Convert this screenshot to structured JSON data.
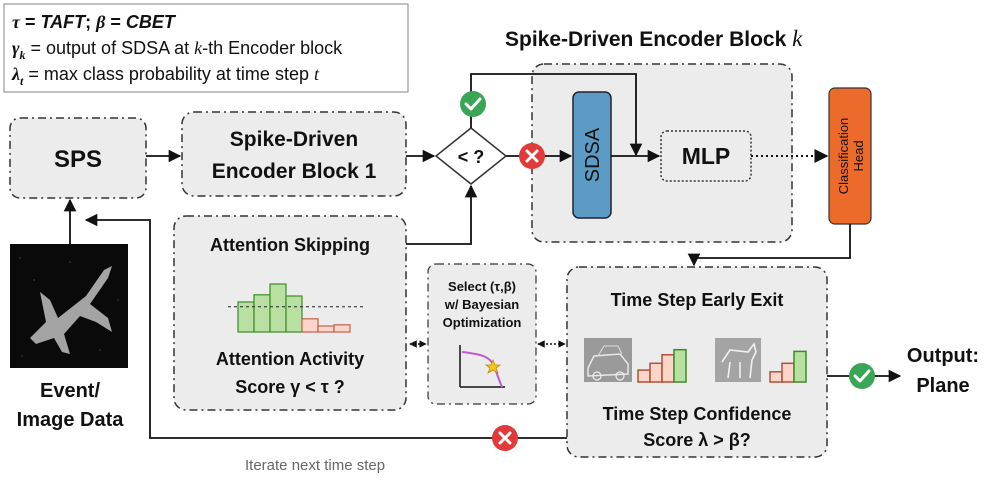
{
  "legend": {
    "line1": {
      "tau": "τ",
      "eq1": " = ",
      "taft": "TAFT",
      "sep": "; ",
      "beta": "β",
      "eq2": " = ",
      "cbet": "CBET"
    },
    "line2": {
      "gamma": "γ",
      "sub": "k",
      "text": " = output of SDSA at ",
      "k": "k",
      "rest": "-th Encoder block"
    },
    "line3": {
      "lambda": "λ",
      "sub": "t",
      "text": " = max class probability at time step ",
      "t": "t"
    }
  },
  "title": {
    "main": "Spike-Driven Encoder Block ",
    "k": "k"
  },
  "sps": "SPS",
  "encoder1": {
    "line1": "Spike-Driven",
    "line2": "Encoder Block 1"
  },
  "decision": "< ?",
  "sdsa": "SDSA",
  "mlp": "MLP",
  "classification_head": {
    "line1": "Classification",
    "line2": "Head"
  },
  "attention_skipping": {
    "title": "Attention Skipping",
    "line1": "Attention Activity",
    "line2": "Score γ < τ ?",
    "bars": [
      0.5,
      0.62,
      0.8,
      0.6,
      0.22,
      0.1,
      0.12
    ],
    "threshold": 0.42
  },
  "bayesian": {
    "line1": "Select (τ,β)",
    "line2": "w/ Bayesian",
    "line3": "Optimization"
  },
  "early_exit": {
    "title": "Time Step Early Exit",
    "line1": "Time Step Confidence",
    "line2": "Score λ > β?",
    "bars_a": [
      0.35,
      0.55,
      0.8,
      0.95
    ],
    "bars_b": [
      0.3,
      0.55,
      0.9
    ]
  },
  "input_label": {
    "line1": "Event/",
    "line2": "Image Data"
  },
  "output_label": {
    "line1": "Output:",
    "line2": "Plane"
  },
  "iterate": "Iterate next time step",
  "colors": {
    "box_fill": "#ececec",
    "sdsa": "#5b9bc4",
    "head": "#ec6a2a",
    "green_bar": "#b8e0a0",
    "pink_bar": "#fbd6c8",
    "check": "#3aa655",
    "cross": "#e03a3a",
    "curve": "#c05ad0",
    "star": "#f5c518"
  }
}
